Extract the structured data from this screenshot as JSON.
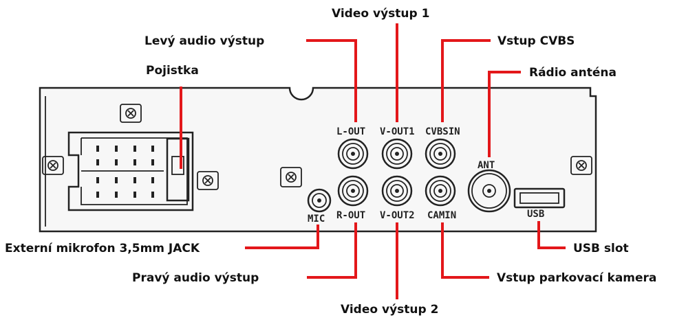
{
  "colors": {
    "leader": "#e3171a",
    "ink": "#222222",
    "panel": "#f7f7f7",
    "text": "#111111"
  },
  "labels": {
    "video_out_1": "Video výstup 1",
    "left_audio_out": "Levý audio výstup",
    "cvbs_in": "Vstup CVBS",
    "fuse": "Pojistka",
    "radio_antenna": "Rádio anténa",
    "ext_mic": "Externí mikrofon 3,5mm JACK",
    "usb_slot": "USB slot",
    "right_audio_out": "Pravý audio výstup",
    "parking_camera_in": "Vstup parkovací kamera",
    "video_out_2": "Video výstup 2"
  },
  "panel_text": {
    "l_out": "L-OUT",
    "v_out1": "V-OUT1",
    "cvbs_in": "CVBSIN",
    "ant": "ANT",
    "r_out": "R-OUT",
    "v_out2": "V-OUT2",
    "cam_in": "CAMIN",
    "mic": "MIC",
    "usb": "USB"
  }
}
